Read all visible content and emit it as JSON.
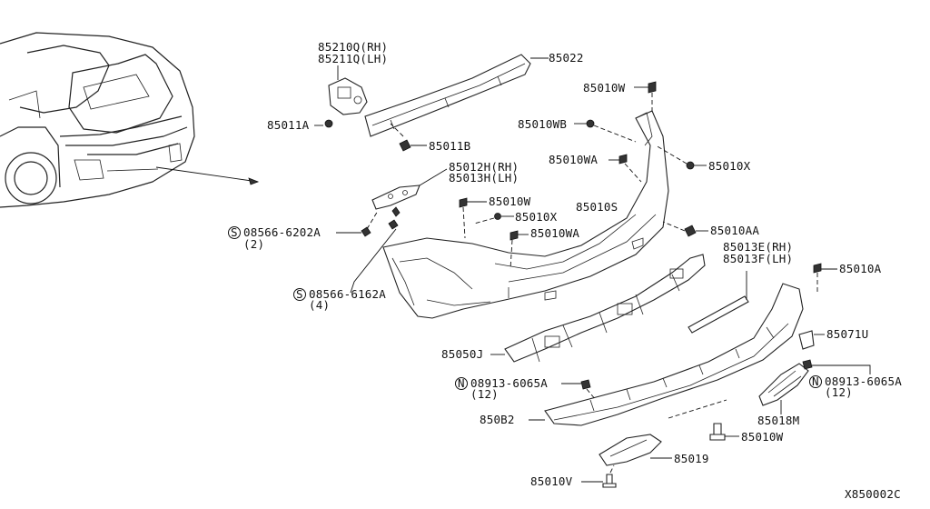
{
  "diagram": {
    "labels": {
      "p85210q": "85210Q(RH)",
      "p85211q": "85211Q(LH)",
      "p85022": "85022",
      "p85011a": "85011A",
      "p85011b": "85011B",
      "p85010w_top": "85010W",
      "p85010wb": "85010WB",
      "p85010wa_top": "85010WA",
      "p85010x_right": "85010X",
      "p85012h": "85012H(RH)",
      "p85013h": "85013H(LH)",
      "p85010w_mid": "85010W",
      "p85010x_mid": "85010X",
      "p85010s": "85010S",
      "p85010wa_mid": "85010WA",
      "p85010aa": "85010AA",
      "s08566_6202a": "08566-6202A",
      "s08566_6202a_qty": "(2)",
      "s08566_6162a": "08566-6162A",
      "s08566_6162a_qty": "(4)",
      "p85013e": "85013E(RH)",
      "p85013f": "85013F(LH)",
      "p85010a": "85010A",
      "p85071u": "85071U",
      "p85050j": "85050J",
      "n08913_left": "08913-6065A",
      "n08913_left_qty": "(12)",
      "n08913_right": "08913-6065A",
      "n08913_right_qty": "(12)",
      "p850b2": "850B2",
      "p85018m": "85018M",
      "p85010w_bot": "85010W",
      "p85019": "85019",
      "p85010v": "85010V",
      "diagram_code": "X850002C"
    },
    "symbols": {
      "s_mark": "S",
      "n_mark": "N"
    }
  }
}
